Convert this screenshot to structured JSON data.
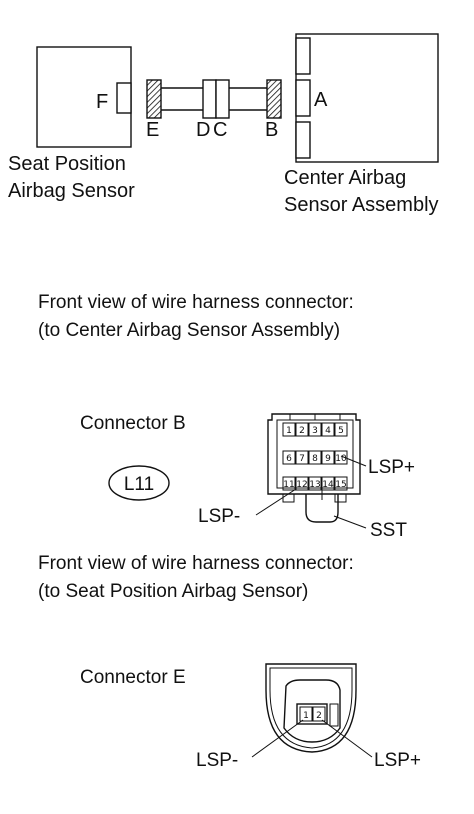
{
  "top_diagram": {
    "left_box_terminal": "F",
    "right_box_terminal": "A",
    "harness_labels": [
      "E",
      "D",
      "C",
      "B"
    ],
    "left_box_caption": [
      "Seat Position",
      "Airbag Sensor"
    ],
    "right_box_caption": [
      "Center Airbag",
      "Sensor Assembly"
    ]
  },
  "view1": {
    "caption": [
      "Front view of wire harness connector:",
      "(to Center Airbag Sensor Assembly)"
    ],
    "connector_label": "Connector B",
    "connector_code": "L11",
    "pins_row1": [
      "1",
      "2",
      "3",
      "4",
      "5"
    ],
    "pins_row2": [
      "6",
      "7",
      "8",
      "9",
      "10"
    ],
    "pins_row3": [
      "11",
      "12",
      "13",
      "14",
      "15"
    ],
    "callouts": {
      "plus": "LSP+",
      "minus": "LSP-",
      "tool": "SST"
    }
  },
  "view2": {
    "caption": [
      "Front view of wire harness connector:",
      "(to Seat Position Airbag Sensor)"
    ],
    "connector_label": "Connector E",
    "pins": [
      "1",
      "2"
    ],
    "callouts": {
      "minus": "LSP-",
      "plus": "LSP+"
    }
  }
}
